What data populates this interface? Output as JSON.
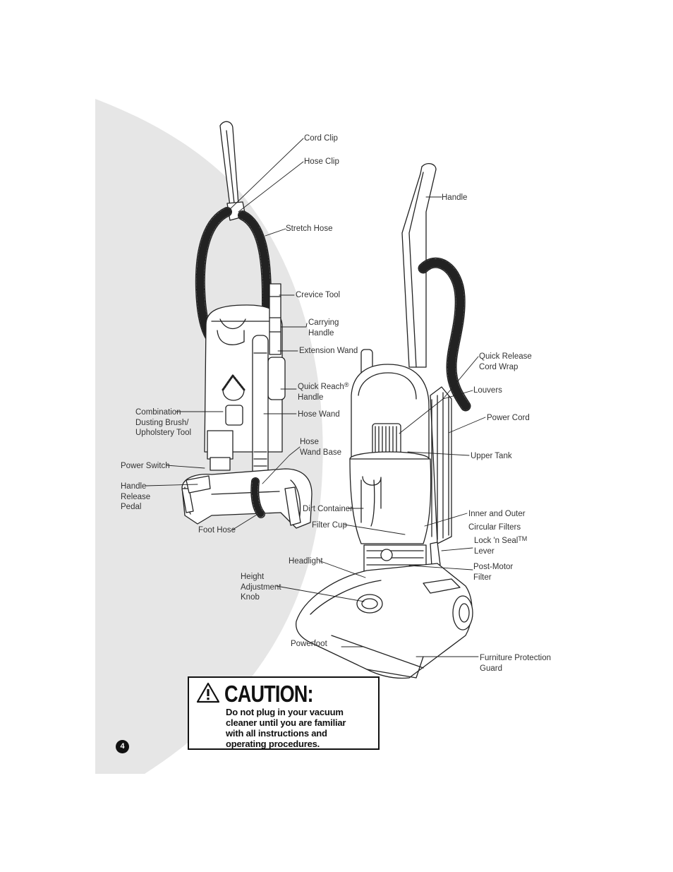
{
  "labels": {
    "cord_clip": "Cord Clip",
    "hose_clip": "Hose Clip",
    "stretch_hose": "Stretch Hose",
    "crevice_tool": "Crevice Tool",
    "carrying_handle": "Carrying\nHandle",
    "extension_wand": "Extension Wand",
    "quick_reach_handle": "Quick Reach",
    "quick_reach_reg": "®",
    "quick_reach_handle_2": "Handle",
    "hose_wand": "Hose Wand",
    "hose_wand_base": "Hose\nWand Base",
    "combination_tool": "Combination\nDusting Brush/\nUpholstery Tool",
    "power_switch": "Power Switch",
    "handle_release_pedal": "Handle\nRelease\nPedal",
    "foot_hose": "Foot Hose",
    "handle": "Handle",
    "quick_release_cord_wrap": "Quick Release\nCord Wrap",
    "louvers": "Louvers",
    "power_cord": "Power Cord",
    "upper_tank": "Upper Tank",
    "dirt_container": "Dirt Container",
    "filter_cup": "Filter Cup",
    "inner_outer_filters": "Inner and Outer\nCircular Filters",
    "lock_n_seal": "Lock 'n Seal",
    "lock_n_seal_tm": "TM",
    "lock_n_seal_2": "Lever",
    "headlight": "Headlight",
    "post_motor_filter": "Post-Motor\nFilter",
    "height_adjustment_knob": "Height\nAdjustment\nKnob",
    "powerfoot": "Powerfoot",
    "furniture_guard": "Furniture Protection\nGuard"
  },
  "caution": {
    "title": "CAUTION:",
    "body": "Do not plug in your vacuum\ncleaner until you are familiar\nwith all instructions and\noperating procedures."
  },
  "page_number": "4",
  "colors": {
    "background_swoosh": "#e6e6e6",
    "line_art": "#222222",
    "text": "#333333"
  }
}
